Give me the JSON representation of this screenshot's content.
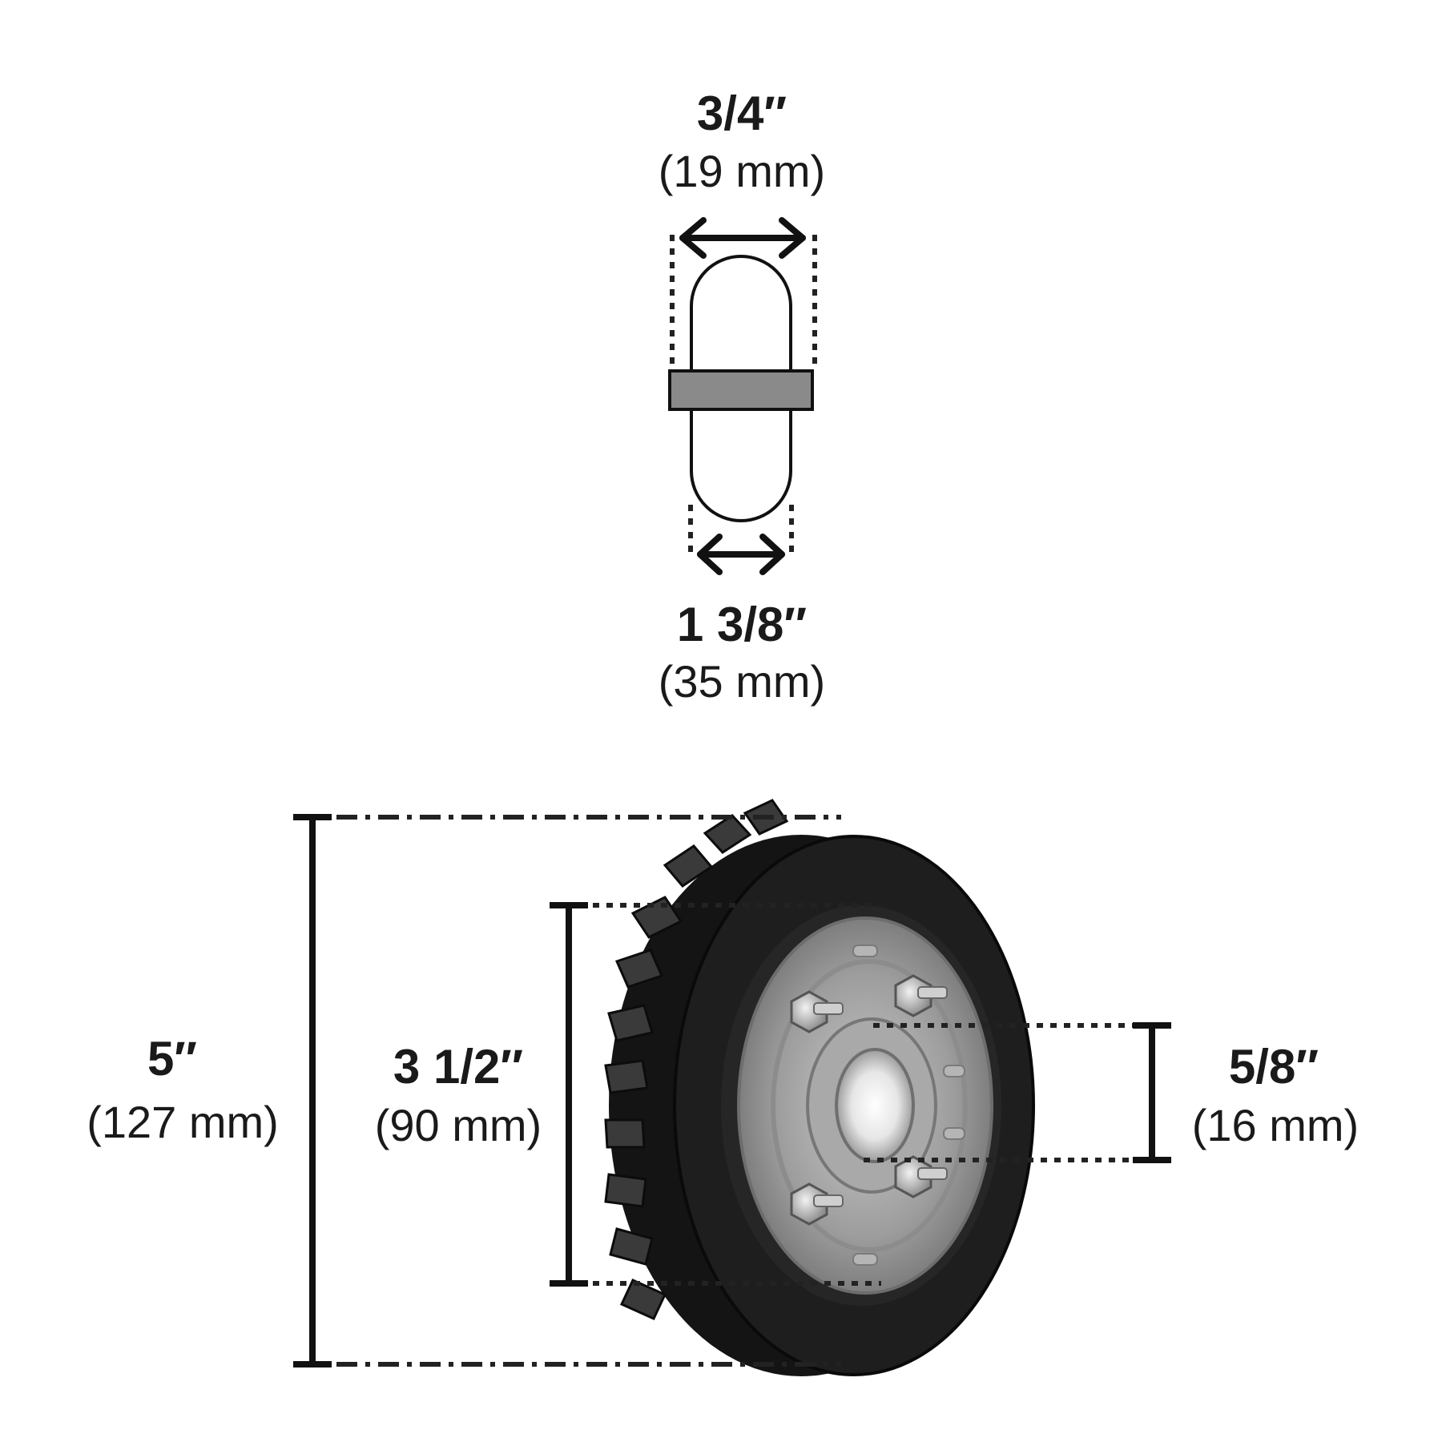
{
  "dimensions": {
    "tread_width": {
      "inch": "3/4″",
      "mm": "(19 mm)"
    },
    "hub_width": {
      "inch": "1 3/8″",
      "mm": "(35 mm)"
    },
    "outer_diameter": {
      "inch": "5″",
      "mm": "(127 mm)"
    },
    "rim_diameter": {
      "inch": "3 1/2″",
      "mm": "(90 mm)"
    },
    "bore_diameter": {
      "inch": "5/8″",
      "mm": "(16 mm)"
    }
  },
  "colors": {
    "tire": "#1c1c1c",
    "tread": "#2e2e2e",
    "rim": "#9a9a9a",
    "hub_band": "#8a8a8a",
    "line": "#111111"
  },
  "icons": {
    "wheel_side": "wheel-side-profile-icon",
    "wheel_front": "wheel-front-photo-icon"
  }
}
